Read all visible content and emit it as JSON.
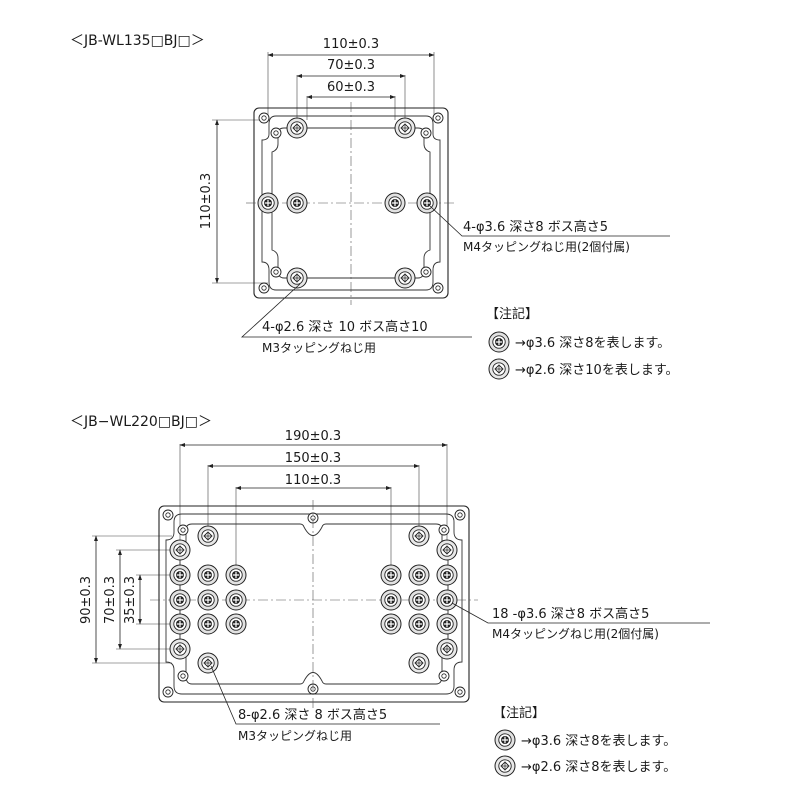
{
  "colors": {
    "line": "#222222",
    "background": "#ffffff",
    "boss_fill": "#dcdcdc"
  },
  "diagram_a": {
    "title": "＜JB-WL135□BJ□＞",
    "dim_top1": "110±0.3",
    "dim_top2": "70±0.3",
    "dim_top3": "60±0.3",
    "dim_left": "110±0.3",
    "callout_m4_line1": "4-φ3.6 深さ8  ボス高さ5",
    "callout_m4_line2": "M4タッピングねじ用(2個付属)",
    "callout_m3_line1": "4-φ2.6  深さ 10 ボス高さ10",
    "callout_m3_line2": "M3タッピングねじ用",
    "note_title": "【注記】",
    "note_1": "→φ3.6  深さ8を表します。",
    "note_2": "→φ2.6  深さ10を表します。"
  },
  "diagram_b": {
    "title": "＜JB−WL220□BJ□＞",
    "dim_top1": "190±0.3",
    "dim_top2": "150±0.3",
    "dim_top3": "110±0.3",
    "dim_left1": "90±0.3",
    "dim_left2": "70±0.3",
    "dim_left3": "35±0.3",
    "callout_m4_line1": "18 -φ3.6  深さ8  ボス高さ5",
    "callout_m4_line2": "M4タッピングねじ用(2個付属)",
    "callout_m3_line1": "8-φ2.6  深さ 8 ボス高さ5",
    "callout_m3_line2": "M3タッピングねじ用",
    "note_title": "【注記】",
    "note_1": "→φ3.6  深さ8を表します。",
    "note_2": "→φ2.6  深さ8を表します。"
  }
}
